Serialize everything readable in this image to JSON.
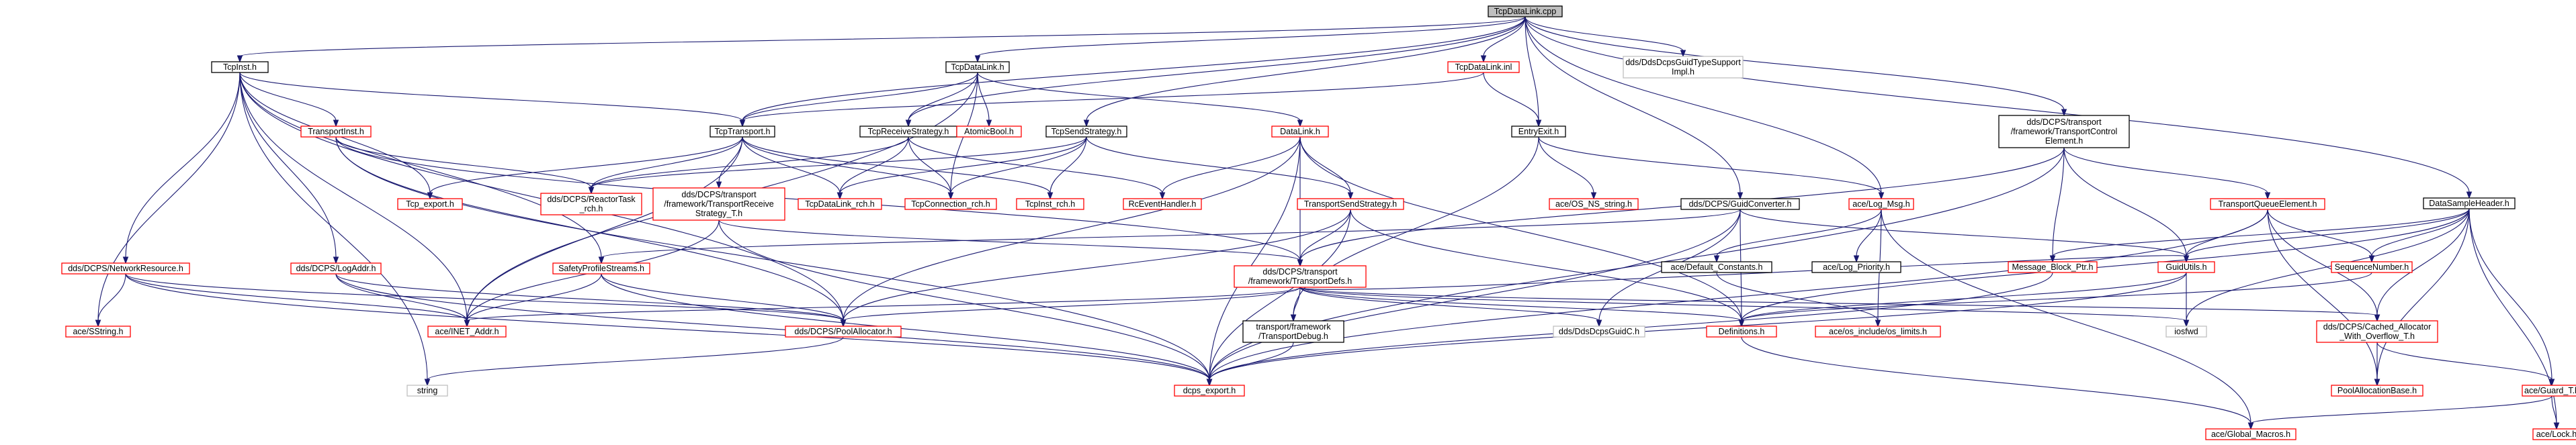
{
  "graph": {
    "colors": {
      "edge": "#191970",
      "border_red": "#ff0000",
      "border_black": "#000000",
      "border_gray": "#bfbfbf",
      "root_fill": "#bfbfbf",
      "text": "#000000"
    },
    "nodes": [
      {
        "id": "root",
        "lines": [
          "TcpDataLink.cpp"
        ],
        "style": "root"
      },
      {
        "id": "tcpinst",
        "lines": [
          "TcpInst.h"
        ],
        "style": "black"
      },
      {
        "id": "tcpdatalinkh",
        "lines": [
          "TcpDataLink.h"
        ],
        "style": "black"
      },
      {
        "id": "tcpdatalinkinl",
        "lines": [
          "TcpDataLink.inl"
        ],
        "style": "red"
      },
      {
        "id": "guidtype",
        "lines": [
          "dds/DdsDcpsGuidTypeSupport",
          "Impl.h"
        ],
        "style": "gray"
      },
      {
        "id": "transportinst",
        "lines": [
          "TransportInst.h"
        ],
        "style": "red"
      },
      {
        "id": "tcptransport",
        "lines": [
          "TcpTransport.h"
        ],
        "style": "black"
      },
      {
        "id": "tcpreceive",
        "lines": [
          "TcpReceiveStrategy.h"
        ],
        "style": "black"
      },
      {
        "id": "atomicbool",
        "lines": [
          "AtomicBool.h"
        ],
        "style": "red"
      },
      {
        "id": "datalink",
        "lines": [
          "DataLink.h"
        ],
        "style": "red"
      },
      {
        "id": "entryexit",
        "lines": [
          "EntryExit.h"
        ],
        "style": "black"
      },
      {
        "id": "tqcontrol",
        "lines": [
          "dds/DCPS/transport",
          "/framework/TransportControl",
          "Element.h"
        ],
        "style": "black"
      },
      {
        "id": "datasample",
        "lines": [
          "DataSampleHeader.h"
        ],
        "style": "black"
      },
      {
        "id": "tcpsend",
        "lines": [
          "TcpSendStrategy.h"
        ],
        "style": "black"
      },
      {
        "id": "tcpexport",
        "lines": [
          "Tcp_export.h"
        ],
        "style": "red"
      },
      {
        "id": "reactortask",
        "lines": [
          "dds/DCPS/ReactorTask",
          "_rch.h"
        ],
        "style": "red"
      },
      {
        "id": "tre",
        "lines": [
          "dds/DCPS/transport",
          "/framework/TransportReceive",
          "Strategy_T.h"
        ],
        "style": "red"
      },
      {
        "id": "tcpdatalinkrch",
        "lines": [
          "TcpDataLink_rch.h"
        ],
        "style": "red"
      },
      {
        "id": "tcpconnrch",
        "lines": [
          "TcpConnection_rch.h"
        ],
        "style": "red"
      },
      {
        "id": "tcpinstrch",
        "lines": [
          "TcpInst_rch.h"
        ],
        "style": "red"
      },
      {
        "id": "rceventhandler",
        "lines": [
          "RcEventHandler.h"
        ],
        "style": "red"
      },
      {
        "id": "transportsend",
        "lines": [
          "TransportSendStrategy.h"
        ],
        "style": "red"
      },
      {
        "id": "osnsstring",
        "lines": [
          "ace/OS_NS_string.h"
        ],
        "style": "red"
      },
      {
        "id": "guidconverter",
        "lines": [
          "dds/DCPS/GuidConverter.h"
        ],
        "style": "black"
      },
      {
        "id": "logmsg",
        "lines": [
          "ace/Log_Msg.h"
        ],
        "style": "red"
      },
      {
        "id": "tqelement",
        "lines": [
          "TransportQueueElement.h"
        ],
        "style": "red"
      },
      {
        "id": "networkresource",
        "lines": [
          "dds/DCPS/NetworkResource.h"
        ],
        "style": "red"
      },
      {
        "id": "logaddr",
        "lines": [
          "dds/DCPS/LogAddr.h"
        ],
        "style": "red"
      },
      {
        "id": "safetyprofile",
        "lines": [
          "SafetyProfileStreams.h"
        ],
        "style": "red"
      },
      {
        "id": "transportdefs",
        "lines": [
          "dds/DCPS/transport",
          "/framework/TransportDefs.h"
        ],
        "style": "red"
      },
      {
        "id": "defaultconst",
        "lines": [
          "ace/Default_Constants.h"
        ],
        "style": "black"
      },
      {
        "id": "logpriority",
        "lines": [
          "ace/Log_Priority.h"
        ],
        "style": "black"
      },
      {
        "id": "msgblockptr",
        "lines": [
          "Message_Block_Ptr.h"
        ],
        "style": "red"
      },
      {
        "id": "guidutils",
        "lines": [
          "GuidUtils.h"
        ],
        "style": "red"
      },
      {
        "id": "seqnumber",
        "lines": [
          "SequenceNumber.h"
        ],
        "style": "red"
      },
      {
        "id": "sstring",
        "lines": [
          "ace/SString.h"
        ],
        "style": "red"
      },
      {
        "id": "inetaddr",
        "lines": [
          "ace/INET_Addr.h"
        ],
        "style": "red"
      },
      {
        "id": "poolalloc",
        "lines": [
          "dds/DCPS/PoolAllocator.h"
        ],
        "style": "red"
      },
      {
        "id": "transportdebug",
        "lines": [
          "transport/framework",
          "/TransportDebug.h"
        ],
        "style": "black"
      },
      {
        "id": "guidc",
        "lines": [
          "dds/DdsDcpsGuidC.h"
        ],
        "style": "gray"
      },
      {
        "id": "definitions",
        "lines": [
          "Definitions.h"
        ],
        "style": "red"
      },
      {
        "id": "oslimits",
        "lines": [
          "ace/os_include/os_limits.h"
        ],
        "style": "red"
      },
      {
        "id": "iosfwd",
        "lines": [
          "iosfwd"
        ],
        "style": "gray"
      },
      {
        "id": "cachedalloc",
        "lines": [
          "dds/DCPS/Cached_Allocator",
          "_With_Overflow_T.h"
        ],
        "style": "red"
      },
      {
        "id": "string",
        "lines": [
          "string"
        ],
        "style": "gray"
      },
      {
        "id": "dcpsexport",
        "lines": [
          "dcps_export.h"
        ],
        "style": "red"
      },
      {
        "id": "poolallocbase",
        "lines": [
          "PoolAllocationBase.h"
        ],
        "style": "red"
      },
      {
        "id": "aceguard",
        "lines": [
          "ace/Guard_T.h"
        ],
        "style": "red"
      },
      {
        "id": "globalmacros",
        "lines": [
          "ace/Global_Macros.h"
        ],
        "style": "red"
      },
      {
        "id": "acelock",
        "lines": [
          "ace/Lock.h"
        ],
        "style": "red"
      }
    ],
    "edges": [
      [
        "root",
        "tcpinst"
      ],
      [
        "root",
        "tcpdatalinkh"
      ],
      [
        "root",
        "tcpdatalinkinl"
      ],
      [
        "root",
        "guidtype"
      ],
      [
        "root",
        "tcptransport"
      ],
      [
        "root",
        "tcpreceive"
      ],
      [
        "root",
        "tcpsend"
      ],
      [
        "root",
        "entryexit"
      ],
      [
        "root",
        "tqcontrol"
      ],
      [
        "root",
        "datasample"
      ],
      [
        "root",
        "guidconverter"
      ],
      [
        "root",
        "logmsg"
      ],
      [
        "tcpinst",
        "transportinst"
      ],
      [
        "tcpinst",
        "tcptransport"
      ],
      [
        "tcpinst",
        "tcpexport"
      ],
      [
        "tcpinst",
        "networkresource"
      ],
      [
        "tcpinst",
        "logaddr"
      ],
      [
        "tcpinst",
        "safetyprofile"
      ],
      [
        "tcpinst",
        "sstring"
      ],
      [
        "tcpinst",
        "inetaddr"
      ],
      [
        "tcpinst",
        "string"
      ],
      [
        "tcpinst",
        "poolalloc"
      ],
      [
        "tcpdatalinkh",
        "tcptransport"
      ],
      [
        "tcpdatalinkh",
        "tcpreceive"
      ],
      [
        "tcpdatalinkh",
        "atomicbool"
      ],
      [
        "tcpdatalinkh",
        "datalink"
      ],
      [
        "tcpdatalinkh",
        "tcpconnrch"
      ],
      [
        "tcpdatalinkh",
        "inetaddr"
      ],
      [
        "tcpdatalinkinl",
        "tcptransport"
      ],
      [
        "tcpdatalinkinl",
        "entryexit"
      ],
      [
        "transportinst",
        "reactortask"
      ],
      [
        "transportinst",
        "transportdefs"
      ],
      [
        "transportinst",
        "poolalloc"
      ],
      [
        "transportinst",
        "dcpsexport"
      ],
      [
        "tcptransport",
        "tcpexport"
      ],
      [
        "tcptransport",
        "reactortask"
      ],
      [
        "tcptransport",
        "tre"
      ],
      [
        "tcptransport",
        "tcpdatalinkrch"
      ],
      [
        "tcptransport",
        "tcpconnrch"
      ],
      [
        "tcptransport",
        "tcpinstrch"
      ],
      [
        "tcptransport",
        "inetaddr"
      ],
      [
        "tcpreceive",
        "tcpdatalinkrch"
      ],
      [
        "tcpreceive",
        "tcpconnrch"
      ],
      [
        "tcpreceive",
        "reactortask"
      ],
      [
        "tcpreceive",
        "rceventhandler"
      ],
      [
        "tcpsend",
        "tcpconnrch"
      ],
      [
        "tcpsend",
        "tcpdatalinkrch"
      ],
      [
        "tcpsend",
        "tcpinstrch"
      ],
      [
        "tcpsend",
        "transportsend"
      ],
      [
        "tcpsend",
        "reactortask"
      ],
      [
        "datalink",
        "transportsend"
      ],
      [
        "datalink",
        "rceventhandler"
      ],
      [
        "datalink",
        "transportdefs"
      ],
      [
        "datalink",
        "definitions"
      ],
      [
        "datalink",
        "dcpsexport"
      ],
      [
        "datalink",
        "poolalloc"
      ],
      [
        "entryexit",
        "osnsstring"
      ],
      [
        "entryexit",
        "logmsg"
      ],
      [
        "entryexit",
        "transportdebug"
      ],
      [
        "tqcontrol",
        "tqelement"
      ],
      [
        "tqcontrol",
        "msgblockptr"
      ],
      [
        "tqcontrol",
        "guidutils"
      ],
      [
        "tqcontrol",
        "transportdefs"
      ],
      [
        "tqcontrol",
        "dcpsexport"
      ],
      [
        "datasample",
        "guidutils"
      ],
      [
        "datasample",
        "seqnumber"
      ],
      [
        "datasample",
        "msgblockptr"
      ],
      [
        "datasample",
        "cachedalloc"
      ],
      [
        "datasample",
        "poolallocbase"
      ],
      [
        "datasample",
        "aceguard"
      ],
      [
        "datasample",
        "acelock"
      ],
      [
        "datasample",
        "iosfwd"
      ],
      [
        "datasample",
        "definitions"
      ],
      [
        "tre",
        "transportdefs"
      ],
      [
        "tre",
        "inetaddr"
      ],
      [
        "tre",
        "dcpsexport"
      ],
      [
        "transportsend",
        "transportdefs"
      ],
      [
        "transportsend",
        "poolalloc"
      ],
      [
        "transportsend",
        "dcpsexport"
      ],
      [
        "transportsend",
        "definitions"
      ],
      [
        "guidconverter",
        "guidutils"
      ],
      [
        "guidconverter",
        "guidc"
      ],
      [
        "guidconverter",
        "dcpsexport"
      ],
      [
        "guidconverter",
        "definitions"
      ],
      [
        "guidconverter",
        "safetyprofile"
      ],
      [
        "logmsg",
        "defaultconst"
      ],
      [
        "logmsg",
        "logpriority"
      ],
      [
        "logmsg",
        "oslimits"
      ],
      [
        "logmsg",
        "globalmacros"
      ],
      [
        "tqelement",
        "guidutils"
      ],
      [
        "tqelement",
        "seqnumber"
      ],
      [
        "tqelement",
        "cachedalloc"
      ],
      [
        "tqelement",
        "poolallocbase"
      ],
      [
        "tqelement",
        "dcpsexport"
      ],
      [
        "networkresource",
        "sstring"
      ],
      [
        "networkresource",
        "inetaddr"
      ],
      [
        "networkresource",
        "dcpsexport"
      ],
      [
        "networkresource",
        "poolalloc"
      ],
      [
        "logaddr",
        "inetaddr"
      ],
      [
        "logaddr",
        "poolalloc"
      ],
      [
        "logaddr",
        "dcpsexport"
      ],
      [
        "safetyprofile",
        "inetaddr"
      ],
      [
        "safetyprofile",
        "poolalloc"
      ],
      [
        "safetyprofile",
        "dcpsexport"
      ],
      [
        "transportdefs",
        "guidutils"
      ],
      [
        "transportdefs",
        "inetaddr"
      ],
      [
        "transportdefs",
        "poolalloc"
      ],
      [
        "transportdefs",
        "definitions"
      ],
      [
        "transportdefs",
        "transportdebug"
      ],
      [
        "transportdefs",
        "cachedalloc"
      ],
      [
        "transportdefs",
        "guidc"
      ],
      [
        "transportdefs",
        "iosfwd"
      ],
      [
        "defaultconst",
        "oslimits"
      ],
      [
        "msgblockptr",
        "dcpsexport"
      ],
      [
        "guidutils",
        "dcpsexport"
      ],
      [
        "guidutils",
        "iosfwd"
      ],
      [
        "guidutils",
        "definitions"
      ],
      [
        "seqnumber",
        "definitions"
      ],
      [
        "poolalloc",
        "string"
      ],
      [
        "transportdebug",
        "dcpsexport"
      ],
      [
        "definitions",
        "globalmacros"
      ],
      [
        "cachedalloc",
        "poolallocbase"
      ],
      [
        "cachedalloc",
        "aceguard"
      ],
      [
        "aceguard",
        "globalmacros"
      ],
      [
        "aceguard",
        "acelock"
      ]
    ]
  }
}
